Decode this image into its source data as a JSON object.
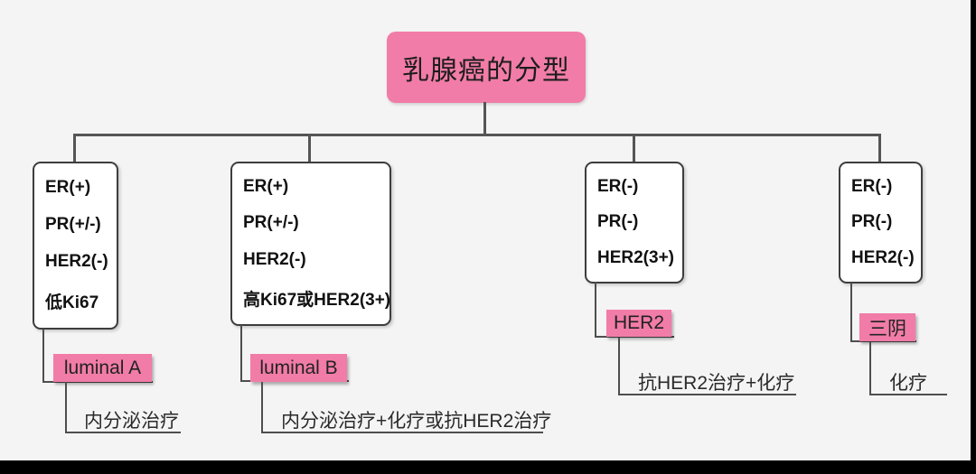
{
  "title": "乳腺癌的分型",
  "colors": {
    "accent_pink": "#f17ca7",
    "line": "#4e4e4e",
    "canvas_bg": "#f4f4f4",
    "box_bg": "#ffffff"
  },
  "branches": [
    {
      "rows": [
        "ER(+)",
        "PR(+/-)",
        "HER2(-)",
        "低Ki67"
      ],
      "name": "luminal A",
      "treatment": "内分泌治疗"
    },
    {
      "rows": [
        "ER(+)",
        "PR(+/-)",
        "HER2(-)",
        "高Ki67或HER2(3+)"
      ],
      "name": "luminal B",
      "treatment": "内分泌治疗+化疗或抗HER2治疗"
    },
    {
      "rows": [
        "ER(-)",
        "PR(-)",
        "HER2(3+)"
      ],
      "name": "HER2",
      "treatment": "抗HER2治疗+化疗"
    },
    {
      "rows": [
        "ER(-)",
        "PR(-)",
        "HER2(-)"
      ],
      "name": "三阴",
      "treatment": "化疗"
    }
  ]
}
